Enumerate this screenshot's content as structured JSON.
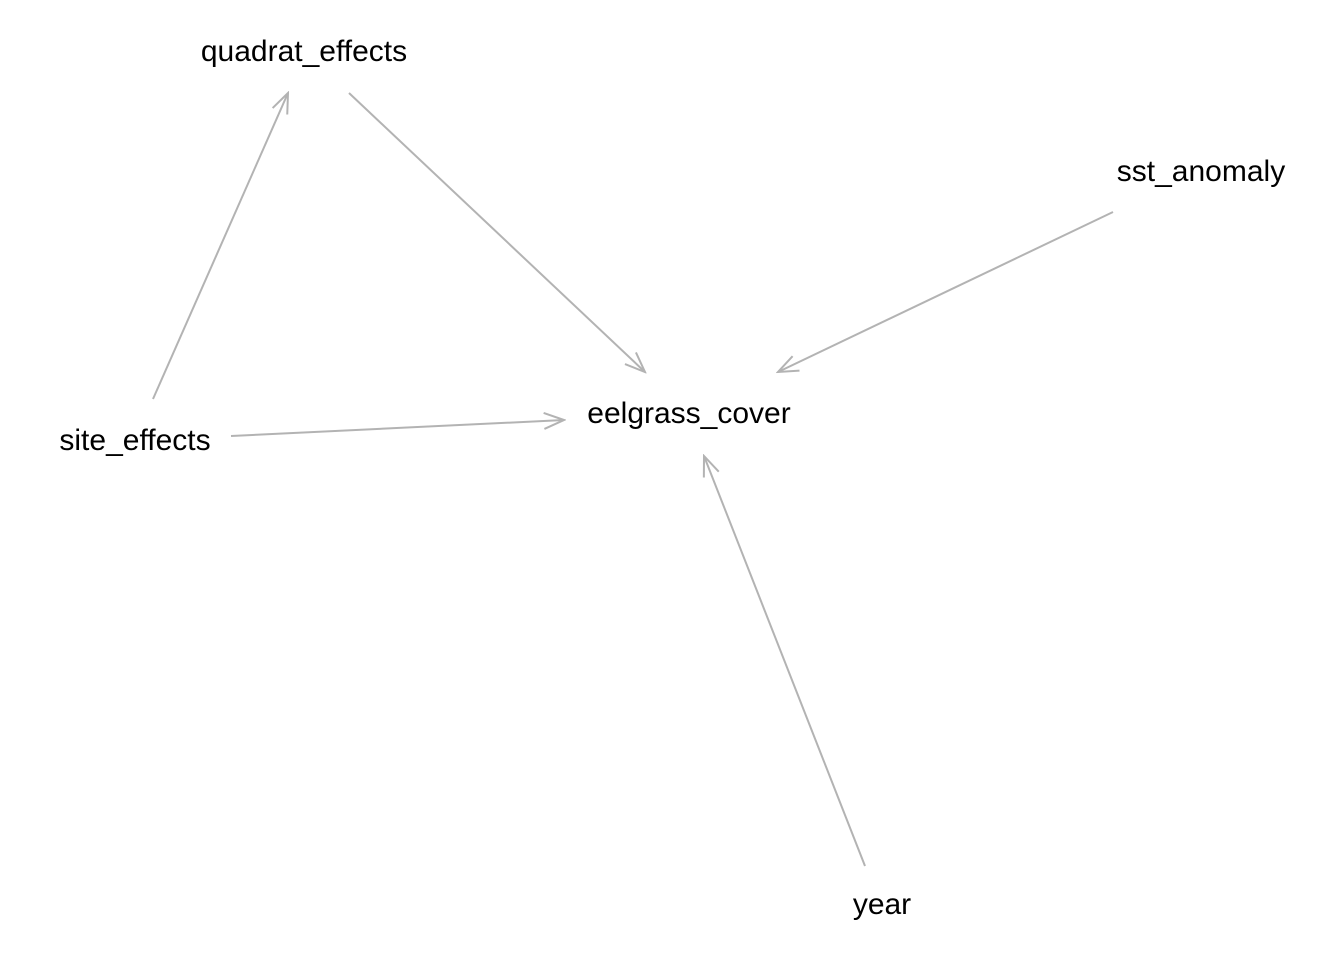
{
  "diagram": {
    "type": "directed-acyclic-graph",
    "edge_color": "#b3b3b3",
    "text_color": "#000000",
    "background": "#ffffff",
    "nodes": [
      {
        "id": "quadrat_effects",
        "label": "quadrat_effects"
      },
      {
        "id": "sst_anomaly",
        "label": "sst_anomaly"
      },
      {
        "id": "site_effects",
        "label": "site_effects"
      },
      {
        "id": "eelgrass_cover",
        "label": "eelgrass_cover"
      },
      {
        "id": "year",
        "label": "year"
      }
    ],
    "edges": [
      {
        "from": "site_effects",
        "to": "quadrat_effects"
      },
      {
        "from": "quadrat_effects",
        "to": "eelgrass_cover"
      },
      {
        "from": "sst_anomaly",
        "to": "eelgrass_cover"
      },
      {
        "from": "site_effects",
        "to": "eelgrass_cover"
      },
      {
        "from": "year",
        "to": "eelgrass_cover"
      }
    ]
  }
}
